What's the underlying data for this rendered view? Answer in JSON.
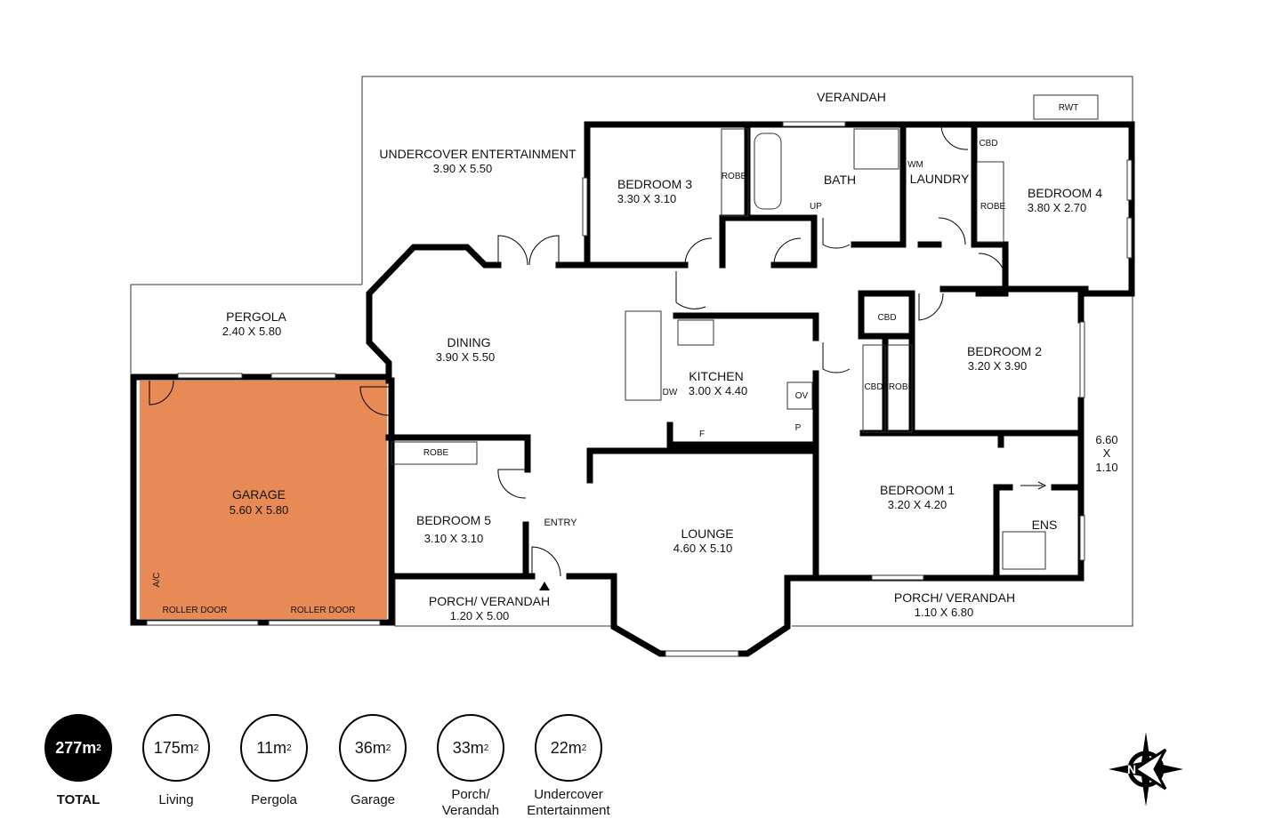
{
  "rooms": {
    "verandah": {
      "name": "VERANDAH"
    },
    "rwt": {
      "name": "RWT"
    },
    "undercover": {
      "name": "UNDERCOVER ENTERTAINMENT",
      "dims": "3.90 X 5.50"
    },
    "bedroom3": {
      "name": "BEDROOM 3",
      "dims": "3.30 X 3.10"
    },
    "bath": {
      "name": "BATH"
    },
    "laundry": {
      "name": "LAUNDRY"
    },
    "bedroom4": {
      "name": "BEDROOM 4",
      "dims": "3.80 X 2.70"
    },
    "pergola": {
      "name": "PERGOLA",
      "dims": "2.40 X 5.80"
    },
    "dining": {
      "name": "DINING",
      "dims": "3.90 X 5.50"
    },
    "kitchen": {
      "name": "KITCHEN",
      "dims": "3.00 X 4.40"
    },
    "bedroom2": {
      "name": "BEDROOM 2",
      "dims": "3.20 X 3.90"
    },
    "garage": {
      "name": "GARAGE",
      "dims": "5.60 X 5.80"
    },
    "bedroom5": {
      "name": "BEDROOM 5",
      "dims": "3.10 X 3.10"
    },
    "entry": {
      "name": "ENTRY"
    },
    "lounge": {
      "name": "LOUNGE",
      "dims": "4.60 X 5.10"
    },
    "bedroom1": {
      "name": "BEDROOM 1",
      "dims": "3.20 X 4.20"
    },
    "ens": {
      "name": "ENS"
    },
    "side": {
      "l1": "6.60",
      "l2": "X",
      "l3": "1.10"
    },
    "porch_left": {
      "name": "PORCH/ VERANDAH",
      "dims": "1.20 X 5.00"
    },
    "porch_right": {
      "name": "PORCH/ VERANDAH",
      "dims": "1.10 X 6.80"
    }
  },
  "fixtures": {
    "robe": "ROBE",
    "cbd": "CBD",
    "wm": "WM",
    "up": "UP",
    "dw": "DW",
    "ov": "OV",
    "f": "F",
    "p": "P",
    "ac": "A/C",
    "roller1": "ROLLER DOOR",
    "roller2": "ROLLER DOOR"
  },
  "legend": [
    {
      "value": "277m",
      "sup": "2",
      "label": "TOTAL"
    },
    {
      "value": "175m",
      "sup": "2",
      "label": "Living"
    },
    {
      "value": "11m",
      "sup": "2",
      "label": "Pergola"
    },
    {
      "value": "36m",
      "sup": "2",
      "label": "Garage"
    },
    {
      "value": "33m",
      "sup": "2",
      "label": "Porch/ Verandah"
    },
    {
      "value": "22m",
      "sup": "2",
      "label": "Undercover Entertainment"
    }
  ],
  "colors": {
    "garage_fill": "#E88A55",
    "wall": "#000000"
  },
  "compass": {
    "letter": "N"
  }
}
